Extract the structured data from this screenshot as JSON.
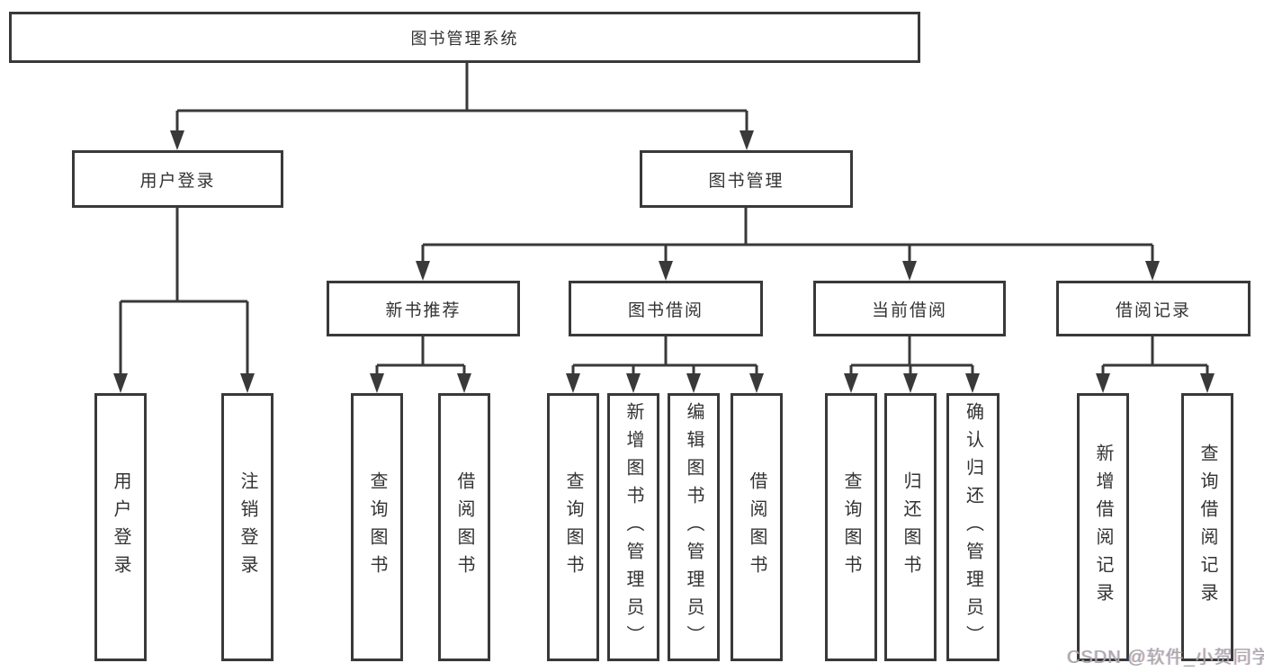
{
  "tree": {
    "root": {
      "label": "图书管理系统"
    },
    "branches": [
      {
        "label": "用户登录",
        "leaves": [
          "用户登录",
          "注销登录"
        ]
      },
      {
        "label": "图书管理",
        "sections": [
          {
            "label": "新书推荐",
            "leaves": [
              "查询图书",
              "借阅图书"
            ]
          },
          {
            "label": "图书借阅",
            "leaves": [
              "查询图书",
              "新增图书（管理员）",
              "编辑图书（管理员）",
              "借阅图书"
            ]
          },
          {
            "label": "当前借阅",
            "leaves": [
              "查询图书",
              "归还图书",
              "确认归还（管理员）"
            ]
          },
          {
            "label": "借阅记录",
            "leaves": [
              "新增借阅记录",
              "查询借阅记录"
            ]
          }
        ]
      }
    ]
  },
  "watermark": {
    "text": "CSDN @软件_小贺同学"
  },
  "colors": {
    "line": "#393939",
    "text": "#333333",
    "background": "#ffffff",
    "watermark": "#a8a8a8"
  }
}
